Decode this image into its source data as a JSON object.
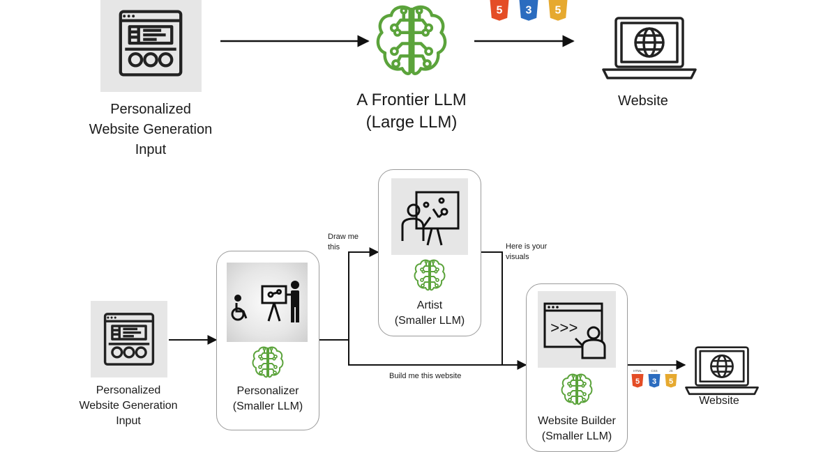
{
  "top": {
    "input_label": [
      "Personalized",
      "Website Generation",
      "Input"
    ],
    "llm_label": [
      "A Frontier LLM",
      "(Large LLM)"
    ],
    "website_label": "Website",
    "tech_badges": [
      "5",
      "3",
      "5"
    ]
  },
  "bottom": {
    "input_label": [
      "Personalized",
      "Website Generation",
      "Input"
    ],
    "personalizer_label": [
      "Personalizer",
      "(Smaller LLM)"
    ],
    "artist_label": [
      "Artist",
      "(Smaller LLM)"
    ],
    "builder_label": [
      "Website Builder",
      "(Smaller LLM)"
    ],
    "website_label": "Website",
    "msg_draw": [
      "Draw me",
      "this"
    ],
    "msg_visuals": [
      "Here is your",
      "visuals"
    ],
    "msg_build": "Build me this website",
    "code_prompt": ">>>",
    "tech_badges": [
      {
        "top": "HTML",
        "num": "5"
      },
      {
        "top": "CSS",
        "num": "3"
      },
      {
        "top": "JS",
        "num": "5"
      }
    ]
  },
  "colors": {
    "brain_green": "#5ba33b",
    "html_orange": "#e44d26",
    "css_blue": "#2b6cbf",
    "js_yellow": "#e6a92f",
    "tile_gray": "#e6e6e6",
    "line_black": "#111111"
  },
  "icons": [
    "browser-window-icon",
    "brain-circuit-icon",
    "laptop-globe-icon",
    "html5-badge-icon",
    "css3-badge-icon",
    "js-badge-icon",
    "teaching-presenter-icon",
    "wheelchair-user-icon",
    "coder-terminal-icon"
  ]
}
